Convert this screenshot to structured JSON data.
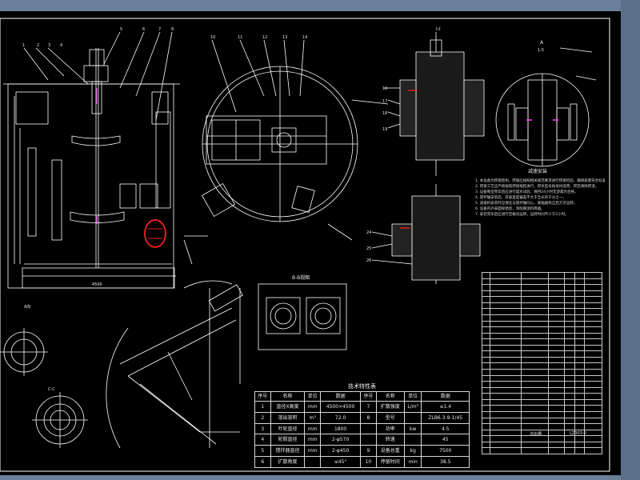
{
  "colors": {
    "frame": "#6a7f99",
    "background": "#000000",
    "line": "#ffffff",
    "highlight": "#e02020",
    "accent": "#ff40ff"
  },
  "view_labels": {
    "section_top": "I-I",
    "detail_1": "A",
    "detail_1_sub": "1:5",
    "detail_2_caption": "减速安装",
    "section_view": "B-B视图",
    "vessel_dim": "4500",
    "side_label": "A向",
    "bottom_label": "C-C"
  },
  "spec_table": {
    "title": "技术特性表",
    "headers": [
      "序号",
      "名称",
      "单位",
      "数据",
      "序号",
      "名称",
      "单位",
      "数据"
    ],
    "rows": [
      [
        "1",
        "直径X高度",
        "mm",
        "4500×4500",
        "7",
        "扩散强度",
        "L/m³",
        "≤1.4"
      ],
      [
        "2",
        "溶出容积",
        "m³",
        "72.0",
        "8",
        "型号",
        "",
        "ZLB6.3-9-1/45"
      ],
      [
        "3",
        "叶轮直径",
        "mm",
        "1800",
        "",
        "功率",
        "kw",
        "4.5"
      ],
      [
        "4",
        "轮毂直径",
        "mm",
        "2-φ570",
        "",
        "转速",
        "",
        "45"
      ],
      [
        "5",
        "搅拌器直径",
        "mm",
        "2-φ450",
        "9",
        "设备总重",
        "kg",
        "7500"
      ],
      [
        "6",
        "扩散角度",
        "",
        "≤45°",
        "10",
        "停留时间",
        "min",
        "38.5"
      ]
    ]
  },
  "notes": [
    "1. 本设备为焊接结构，焊缝应按照相关规范要求进行焊接检验，确保质量符合标准。",
    "2. 焊接工艺应严格按照焊接规程进行，焊条型号按母材选用，焊后清除焊渣。",
    "3. 设备制造完毕后应进行盛水试验，保持24小时无渗漏为合格。",
    "4. 搅拌轴安装后，其垂直度偏差不大于全长的千分之一。",
    "5. 减速机安装时应保证与搅拌轴同心，联轴器找正后方可运转。",
    "6. 设备内外表面除锈后，涂防腐涂料两遍。",
    "7. 安装完毕后应进行空载试运转，运转时间不少于2小时。"
  ],
  "title_block": {
    "drawing_no": "LZ003-0",
    "name": "溶出槽"
  }
}
